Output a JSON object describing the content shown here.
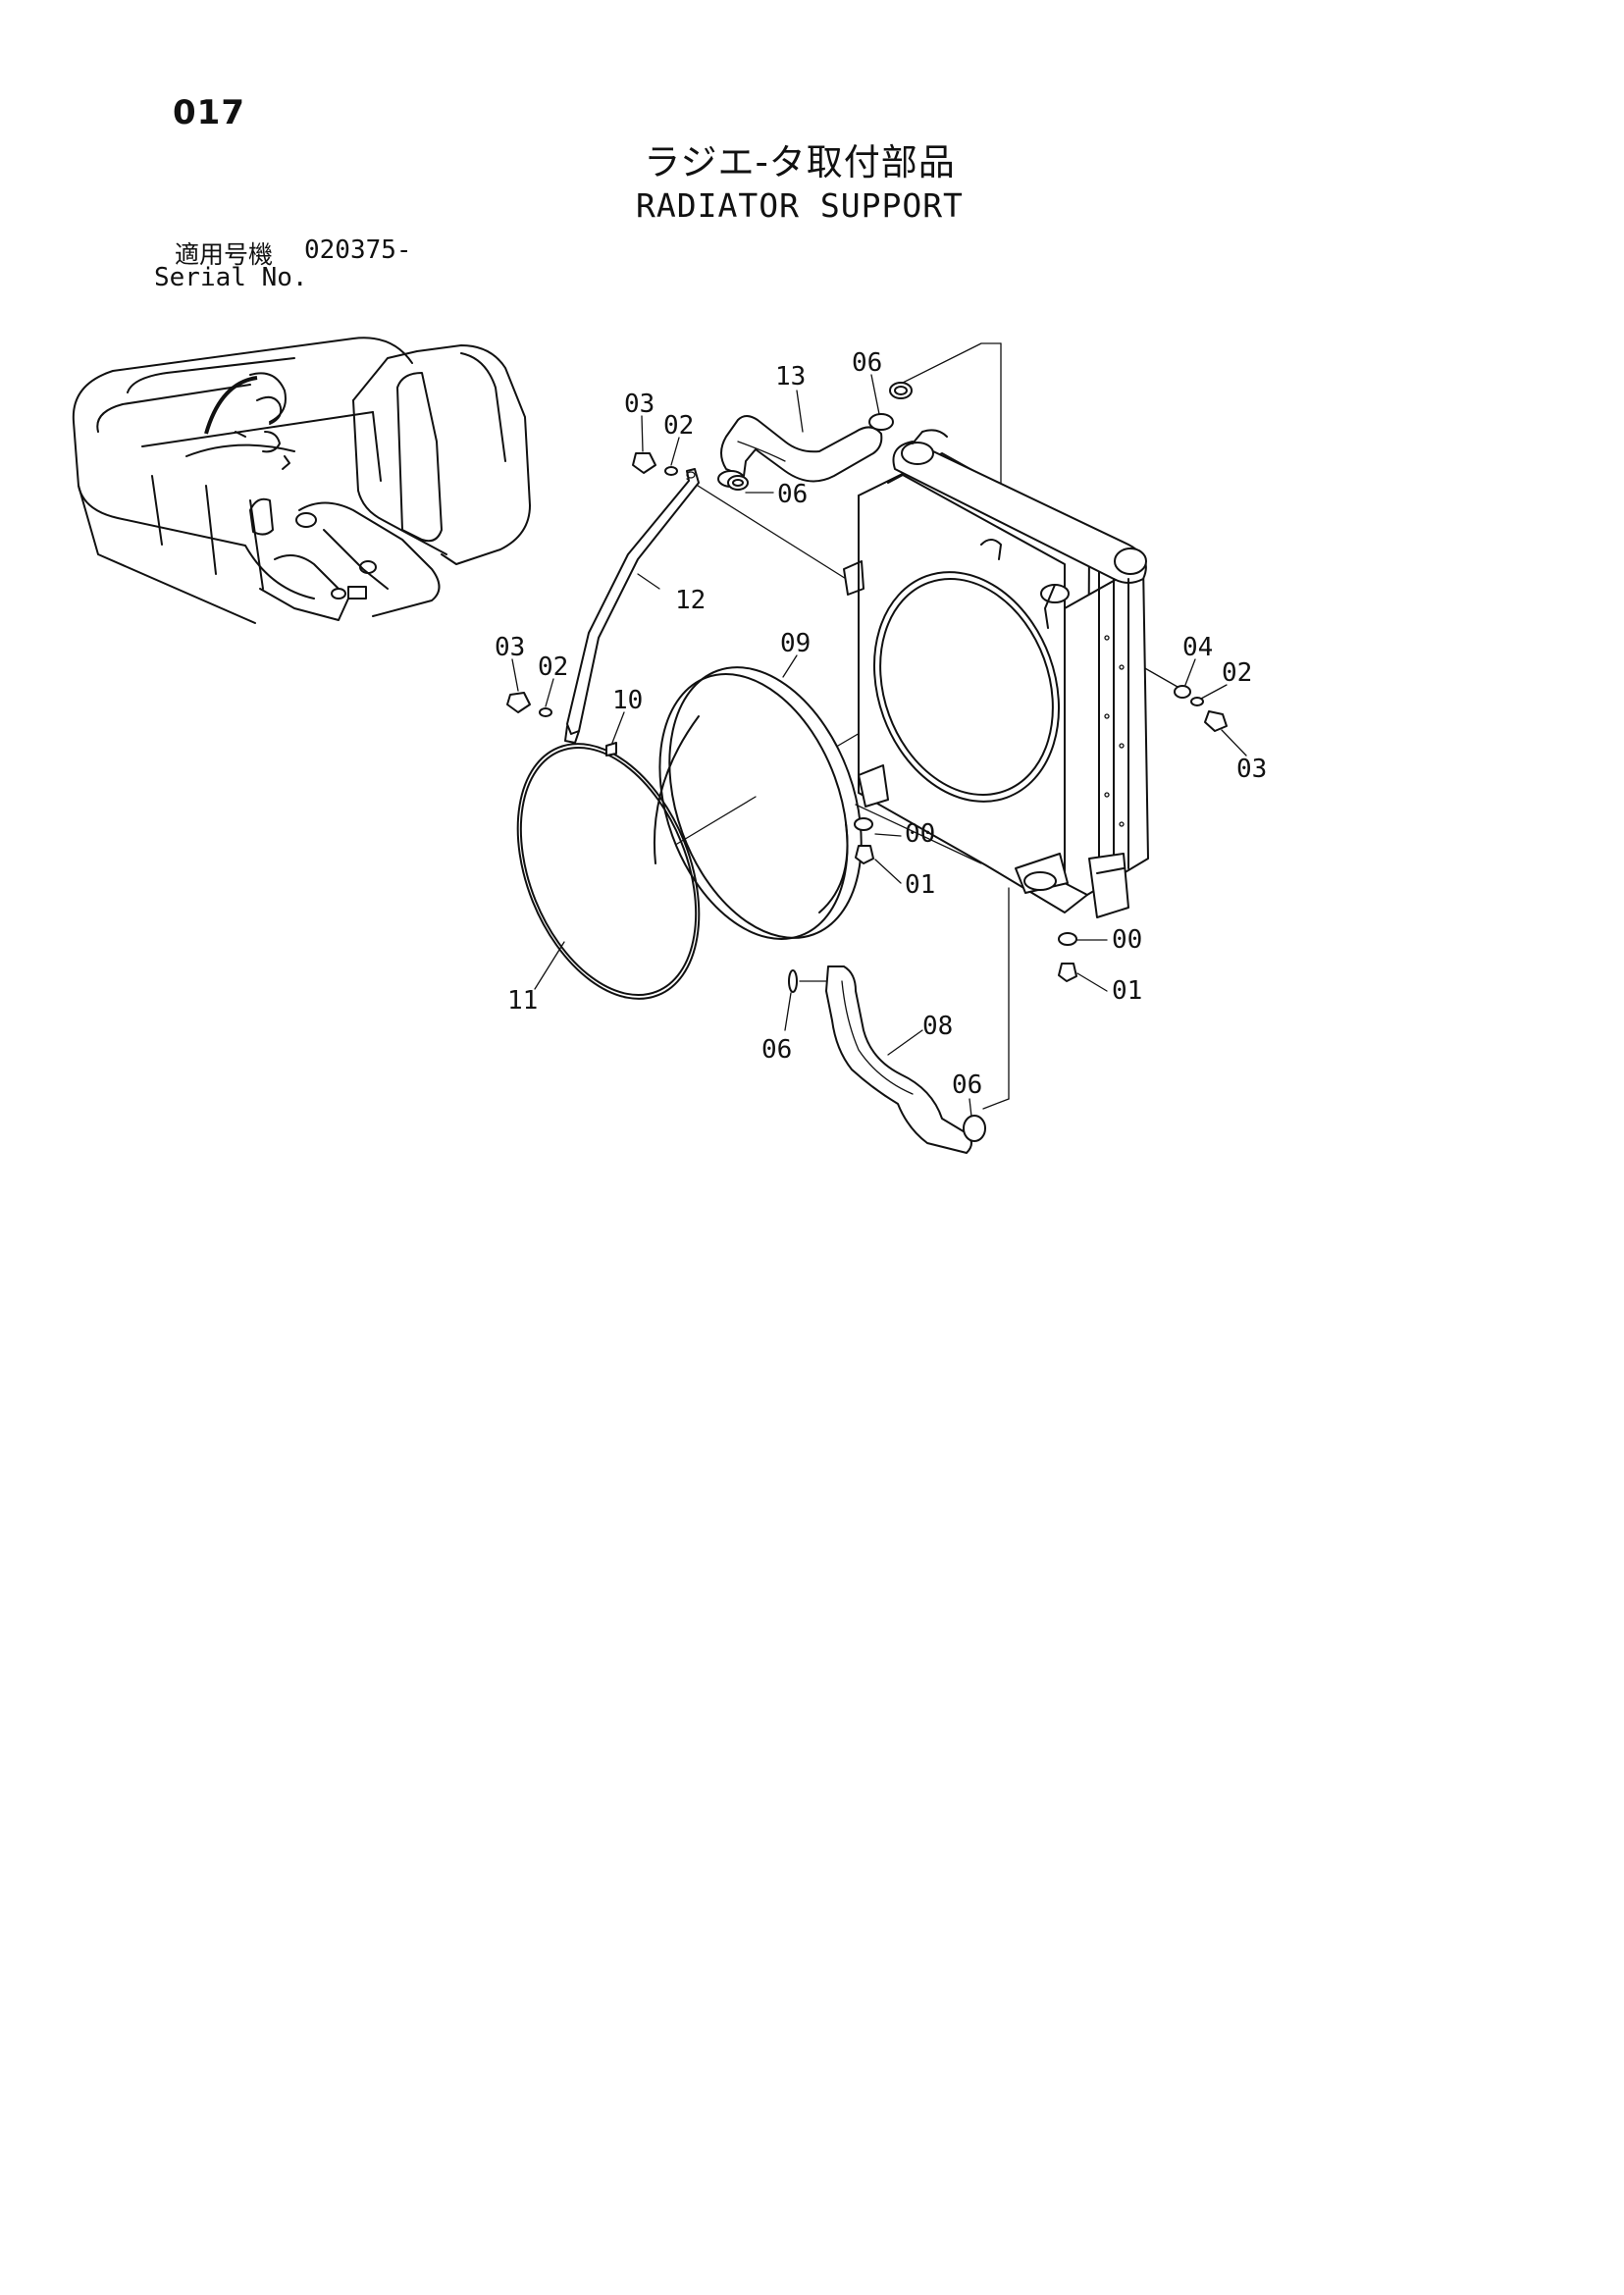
{
  "page_number": "017",
  "title_jp": "ラジエ-タ取付部品",
  "title_en": "RADIATOR SUPPORT",
  "serial": {
    "label_jp": "適用号機",
    "label_en": "Serial No.",
    "value": "020375-"
  },
  "callouts": {
    "c13": "13",
    "c06_top": "06",
    "c03_top": "03",
    "c02_top": "02",
    "c06_hose": "06",
    "c12": "12",
    "c03_left": "03",
    "c02_left": "02",
    "c10": "10",
    "c09": "09",
    "c04": "04",
    "c02_right": "02",
    "c03_right": "03",
    "c00_mid": "00",
    "c01_mid": "01",
    "c00_low": "00",
    "c01_low": "01",
    "c11": "11",
    "c06_bot_left": "06",
    "c08": "08",
    "c06_bot_right": "06"
  }
}
